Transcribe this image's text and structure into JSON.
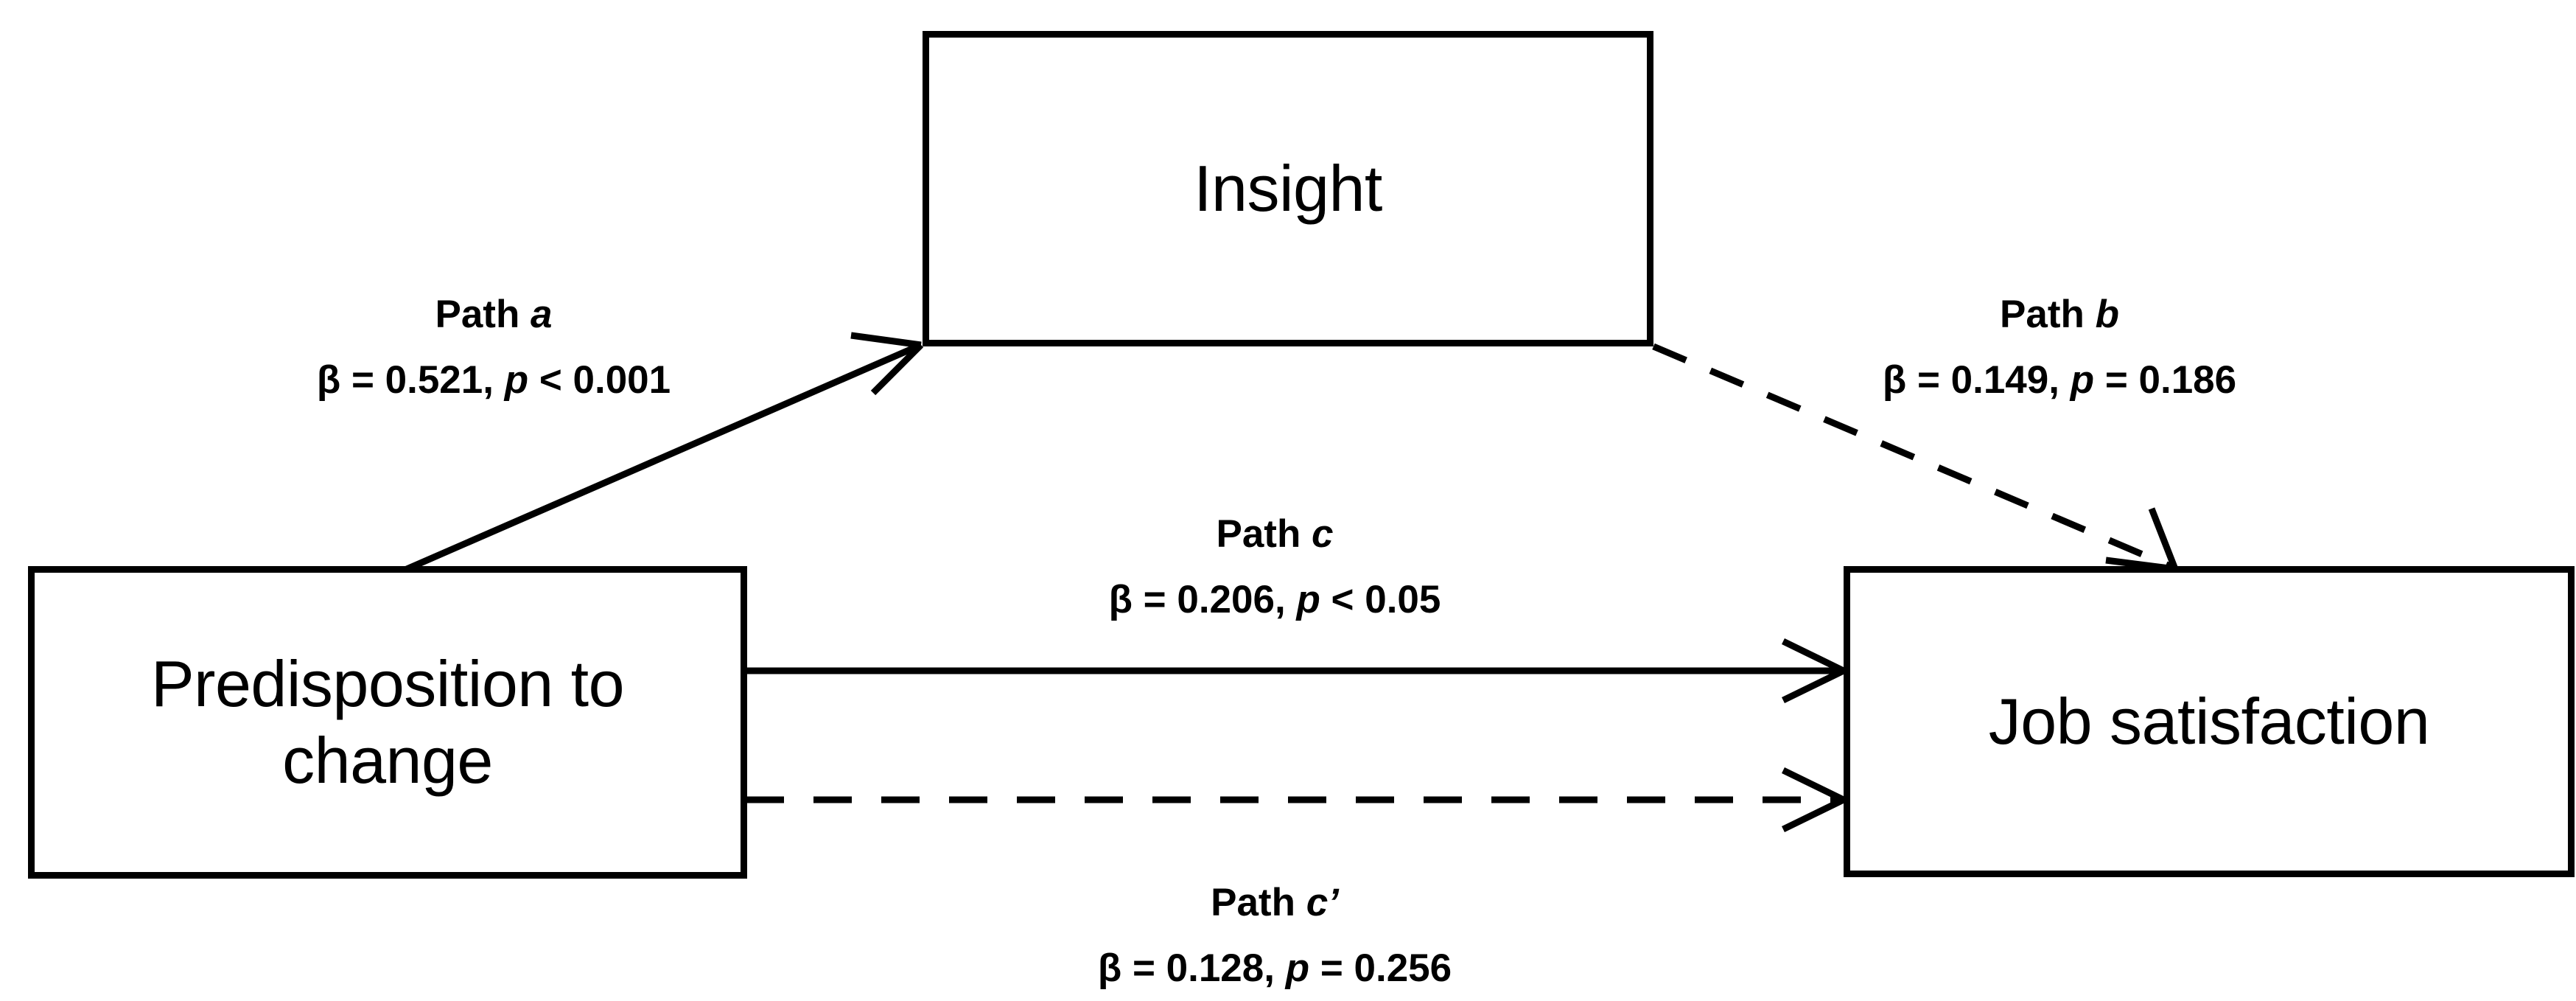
{
  "figure": {
    "type": "mediation-path-diagram",
    "background_color": "#ffffff",
    "line_color": "#000000"
  },
  "nodes": {
    "predictor": {
      "label": "Predisposition to\nchange",
      "role": "independent-variable"
    },
    "mediator": {
      "label": "Insight",
      "role": "mediator-variable"
    },
    "outcome": {
      "label": "Job satisfaction",
      "role": "dependent-variable"
    }
  },
  "paths": {
    "a": {
      "name": "Path ",
      "letter": "a",
      "stats": "β = 0.521, ",
      "stats_italic": "p",
      "stats_tail": " < 0.001",
      "beta": 0.521,
      "p_text": "< 0.001",
      "style": "solid",
      "from": "predictor",
      "to": "mediator"
    },
    "b": {
      "name": "Path ",
      "letter": "b",
      "stats": "β = 0.149, ",
      "stats_italic": "p",
      "stats_tail": " = 0.186",
      "beta": 0.149,
      "p_text": "= 0.186",
      "style": "dashed",
      "from": "mediator",
      "to": "outcome"
    },
    "c": {
      "name": "Path ",
      "letter": "c",
      "stats": "β = 0.206, ",
      "stats_italic": "p",
      "stats_tail": " < 0.05",
      "beta": 0.206,
      "p_text": "< 0.05",
      "style": "solid",
      "from": "predictor",
      "to": "outcome"
    },
    "cprime": {
      "name": "Path ",
      "letter": "c’",
      "stats": "β = 0.128, ",
      "stats_italic": "p",
      "stats_tail": " = 0.256",
      "beta": 0.128,
      "p_text": "= 0.256",
      "style": "dashed",
      "from": "predictor",
      "to": "outcome"
    }
  }
}
